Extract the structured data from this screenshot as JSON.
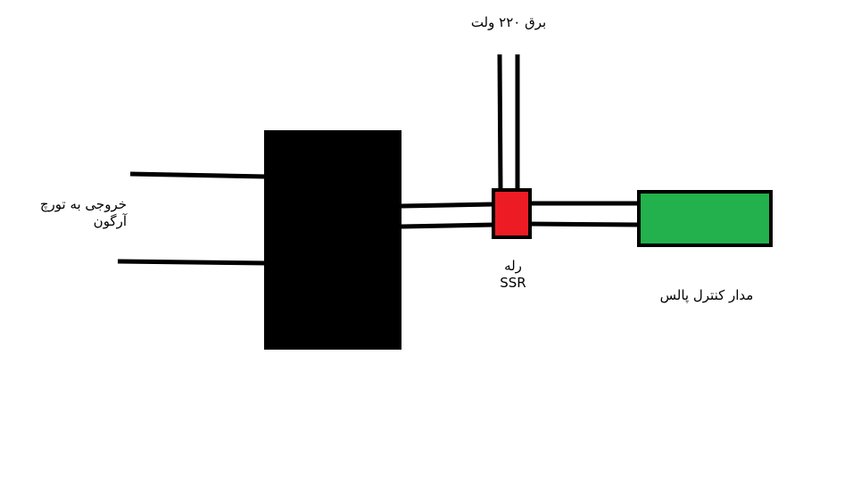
{
  "labels": {
    "power": "برق ۲۲۰ ولت",
    "output_line1": "خروجی به تورچ",
    "output_line2": "آرگون",
    "relay_line1": "رله",
    "relay_line2": "SSR",
    "pulse": "مدار کنترل پالس"
  },
  "colors": {
    "background": "#ffffff",
    "wire": "#000000",
    "main_unit": "#000000",
    "relay": "#ed1c24",
    "pulse_box": "#22b14c"
  }
}
